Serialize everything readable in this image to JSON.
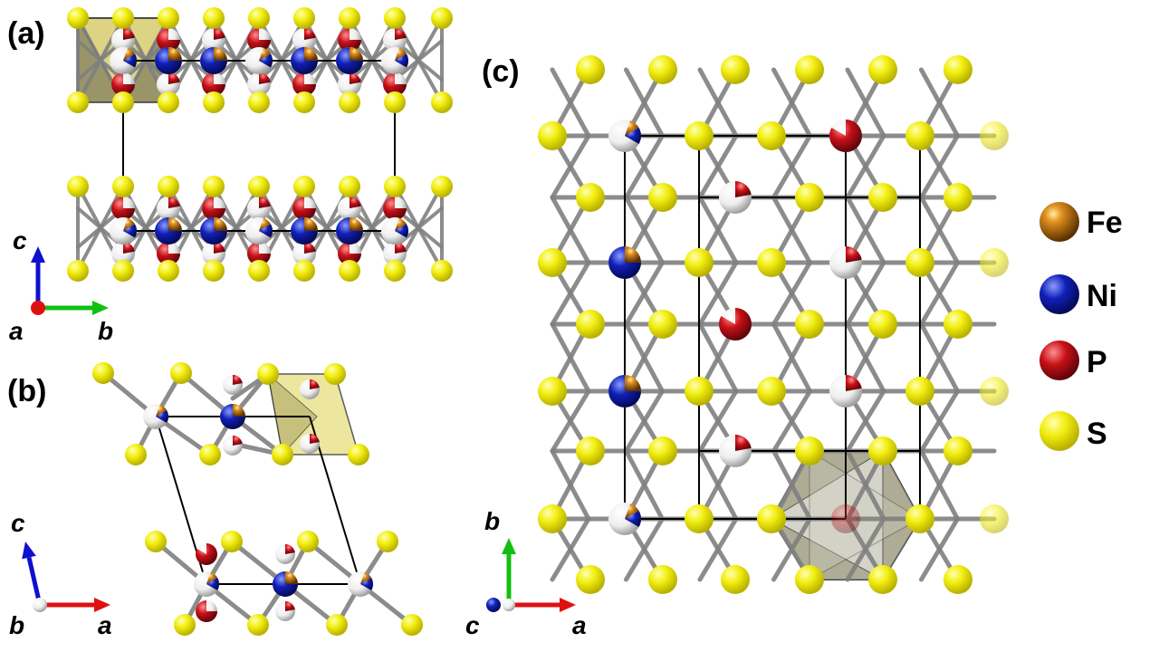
{
  "panels": {
    "a": "(a)",
    "b": "(b)",
    "c": "(c)"
  },
  "axes": {
    "a_panel": {
      "up": "c",
      "origin": "a",
      "right": "b"
    },
    "b_panel": {
      "up": "c",
      "origin": "b",
      "right": "a"
    },
    "c_panel": {
      "up": "b",
      "origin": "c",
      "right": "a"
    }
  },
  "legend": [
    {
      "symbol": "Fe",
      "color": "#b8730a"
    },
    {
      "symbol": "Ni",
      "color": "#0a18a8"
    },
    {
      "symbol": "P",
      "color": "#c0101a"
    },
    {
      "symbol": "S",
      "color": "#e6e000"
    }
  ],
  "colors": {
    "S": "#e6e000",
    "Ni": "#0a18a8",
    "P": "#c0101a",
    "Fe": "#b8730a",
    "vacancy": "#ffffff",
    "bond": "#808080",
    "cell": "#000000",
    "axis_red": "#e01010",
    "axis_green": "#10c010",
    "axis_blue": "#1010d0"
  }
}
